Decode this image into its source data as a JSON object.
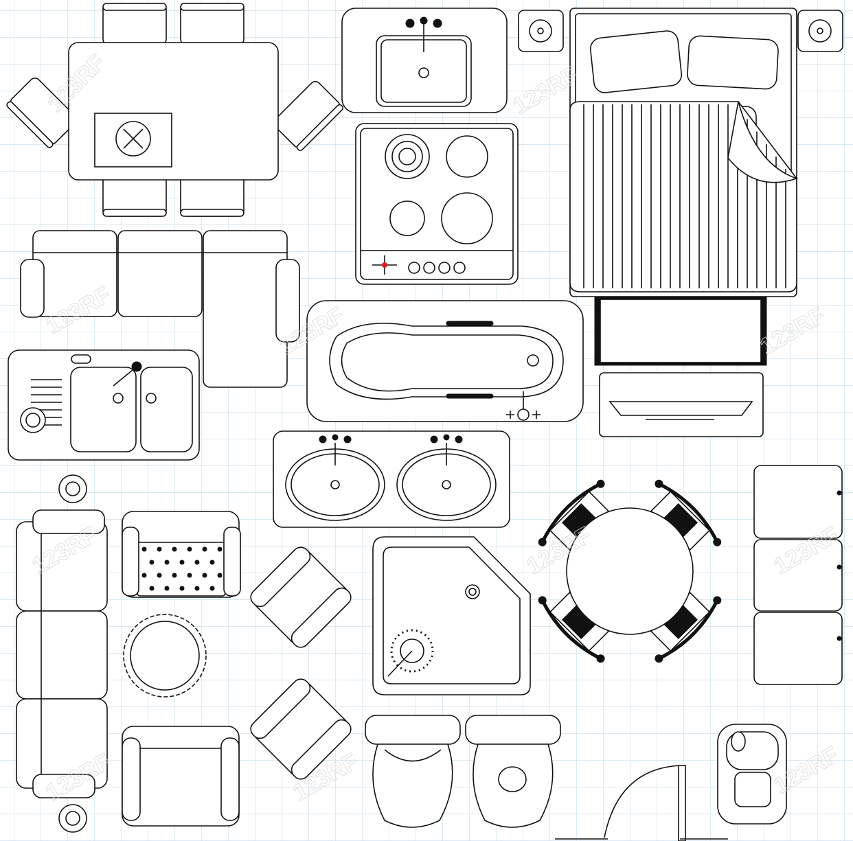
{
  "title": "Floor plan furniture icons",
  "watermark": "123RF",
  "colors": {
    "grid": "#cfe2ee",
    "line": "#111111",
    "background": "#ffffff",
    "accent": "#d62020"
  },
  "items": [
    "dining-table-6-chairs",
    "bathroom-sink",
    "stove-top",
    "double-bed",
    "sofa-l-shape",
    "bathtub",
    "kitchen-double-sink",
    "tv-cabinet",
    "double-vanity",
    "round-dining-table",
    "three-seat-sofa",
    "armchair-tufted",
    "round-side-table",
    "lounge-chair",
    "corner-shower",
    "toilet",
    "bidet",
    "door-swing",
    "squat-toilet",
    "floor-lamp"
  ]
}
